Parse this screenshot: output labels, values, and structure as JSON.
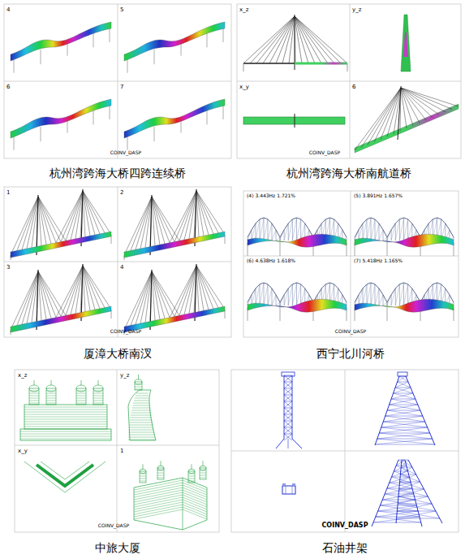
{
  "diagram": {
    "labels": [
      "4",
      "5",
      "6",
      "7",
      "COINV_DASP",
      "x_z",
      "y_z",
      "x_y",
      "6",
      "COINV_DASP",
      "杭州湾跨海大桥四跨连续桥",
      "杭州湾跨海大桥南航道桥",
      "1",
      "2",
      "3",
      "4",
      "COINV_DASP",
      "(4) 3.443Hz 1.721%",
      "(5) 3.891Hz 1.657%",
      "(6) 4.638Hz 1.618%",
      "(7) 5.418Hz 1.165%",
      "COINV_DASP",
      "厦漳大桥南汊",
      "西宁北川河桥",
      "x_z",
      "y_z",
      "x_y",
      "1",
      "COINV_DASP",
      "COINV_DASP",
      "中旅大厦",
      "石油井架"
    ]
  }
}
